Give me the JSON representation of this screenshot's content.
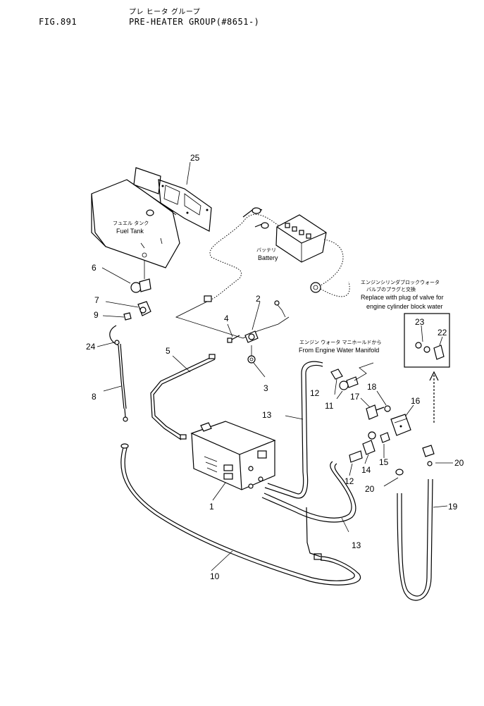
{
  "header": {
    "fig_number": "FIG.891",
    "title_jp": "プレ ヒータ グループ",
    "title_en": "PRE-HEATER GROUP(#8651-)"
  },
  "captions": {
    "fuel_tank_jp": "フュエル タンク",
    "fuel_tank_en": "Fuel Tank",
    "battery_jp": "バッテリ",
    "battery_en": "Battery",
    "manifold_jp": "エンジン ウォータ マニホールドから",
    "manifold_en": "From Engine Water Manifold",
    "replace_jp_1": "エンジンシリンダブロックウォータ",
    "replace_jp_2": "バルブのプラグと交換",
    "replace_en_1": "Replace with plug of valve for",
    "replace_en_2": "engine cylinder block water"
  },
  "part_labels": {
    "p1": "1",
    "p2": "2",
    "p3": "3",
    "p4": "4",
    "p5": "5",
    "p6": "6",
    "p7": "7",
    "p8": "8",
    "p9": "9",
    "p10": "10",
    "p11": "11",
    "p12a": "12",
    "p12b": "12",
    "p13a": "13",
    "p13b": "13",
    "p14": "14",
    "p15": "15",
    "p16": "16",
    "p17": "17",
    "p18": "18",
    "p19": "19",
    "p20a": "20",
    "p20b": "20",
    "p22": "22",
    "p23": "23",
    "p24": "24",
    "p25": "25"
  }
}
